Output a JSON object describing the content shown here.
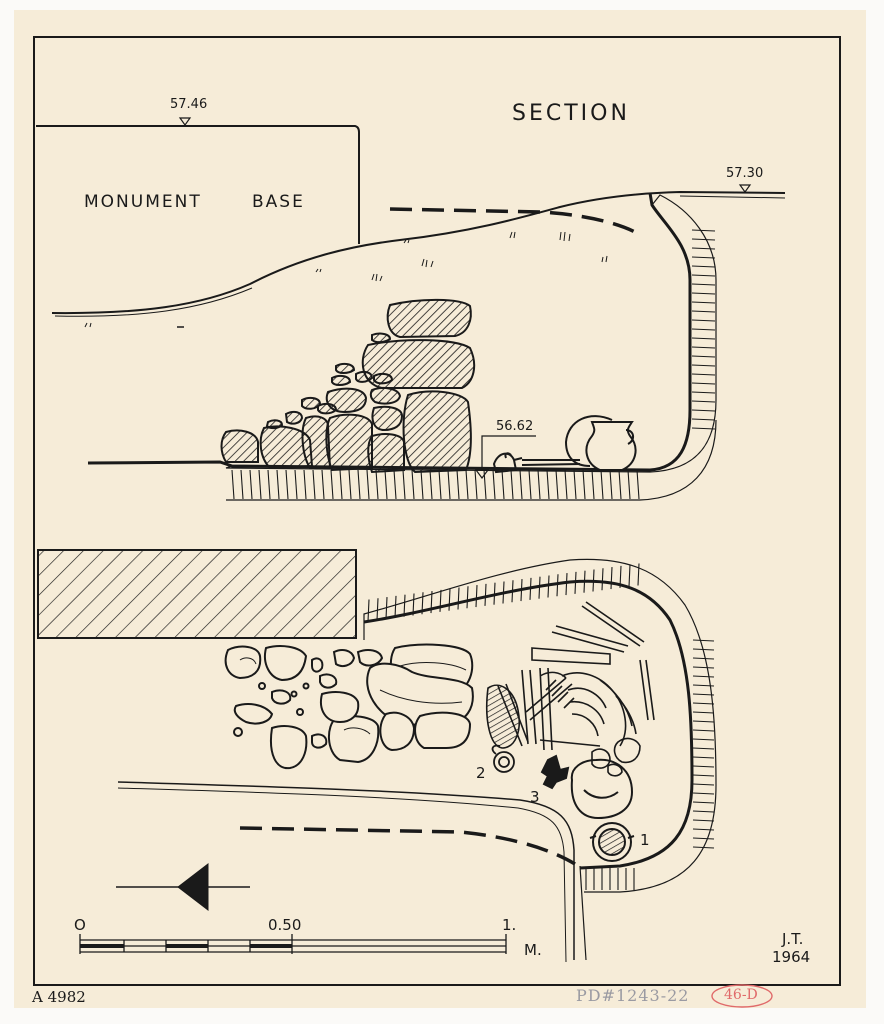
{
  "labels": {
    "section": "SECTION",
    "monument": "MONUMENT",
    "base": "BASE",
    "elev_left": "57.46",
    "elev_right": "57.30",
    "elev_floor": "56.62",
    "find_1": "1",
    "find_2": "2",
    "find_3": "3",
    "scale_zero": "O",
    "scale_half": "0.50",
    "scale_one": "1.",
    "scale_unit": "M.",
    "initials": "J.T.",
    "year": "1964",
    "catalog": "A 4982",
    "archive_ref": "PD#1243-22",
    "archive_tag": "46-D"
  },
  "colors": {
    "paper": "#f6ecd8",
    "ink": "#1a1a1a",
    "pencil": "#9a9aa2",
    "red_pen": "#e06a6a"
  },
  "icons": {
    "north_arrow": "arrow-left-icon"
  }
}
